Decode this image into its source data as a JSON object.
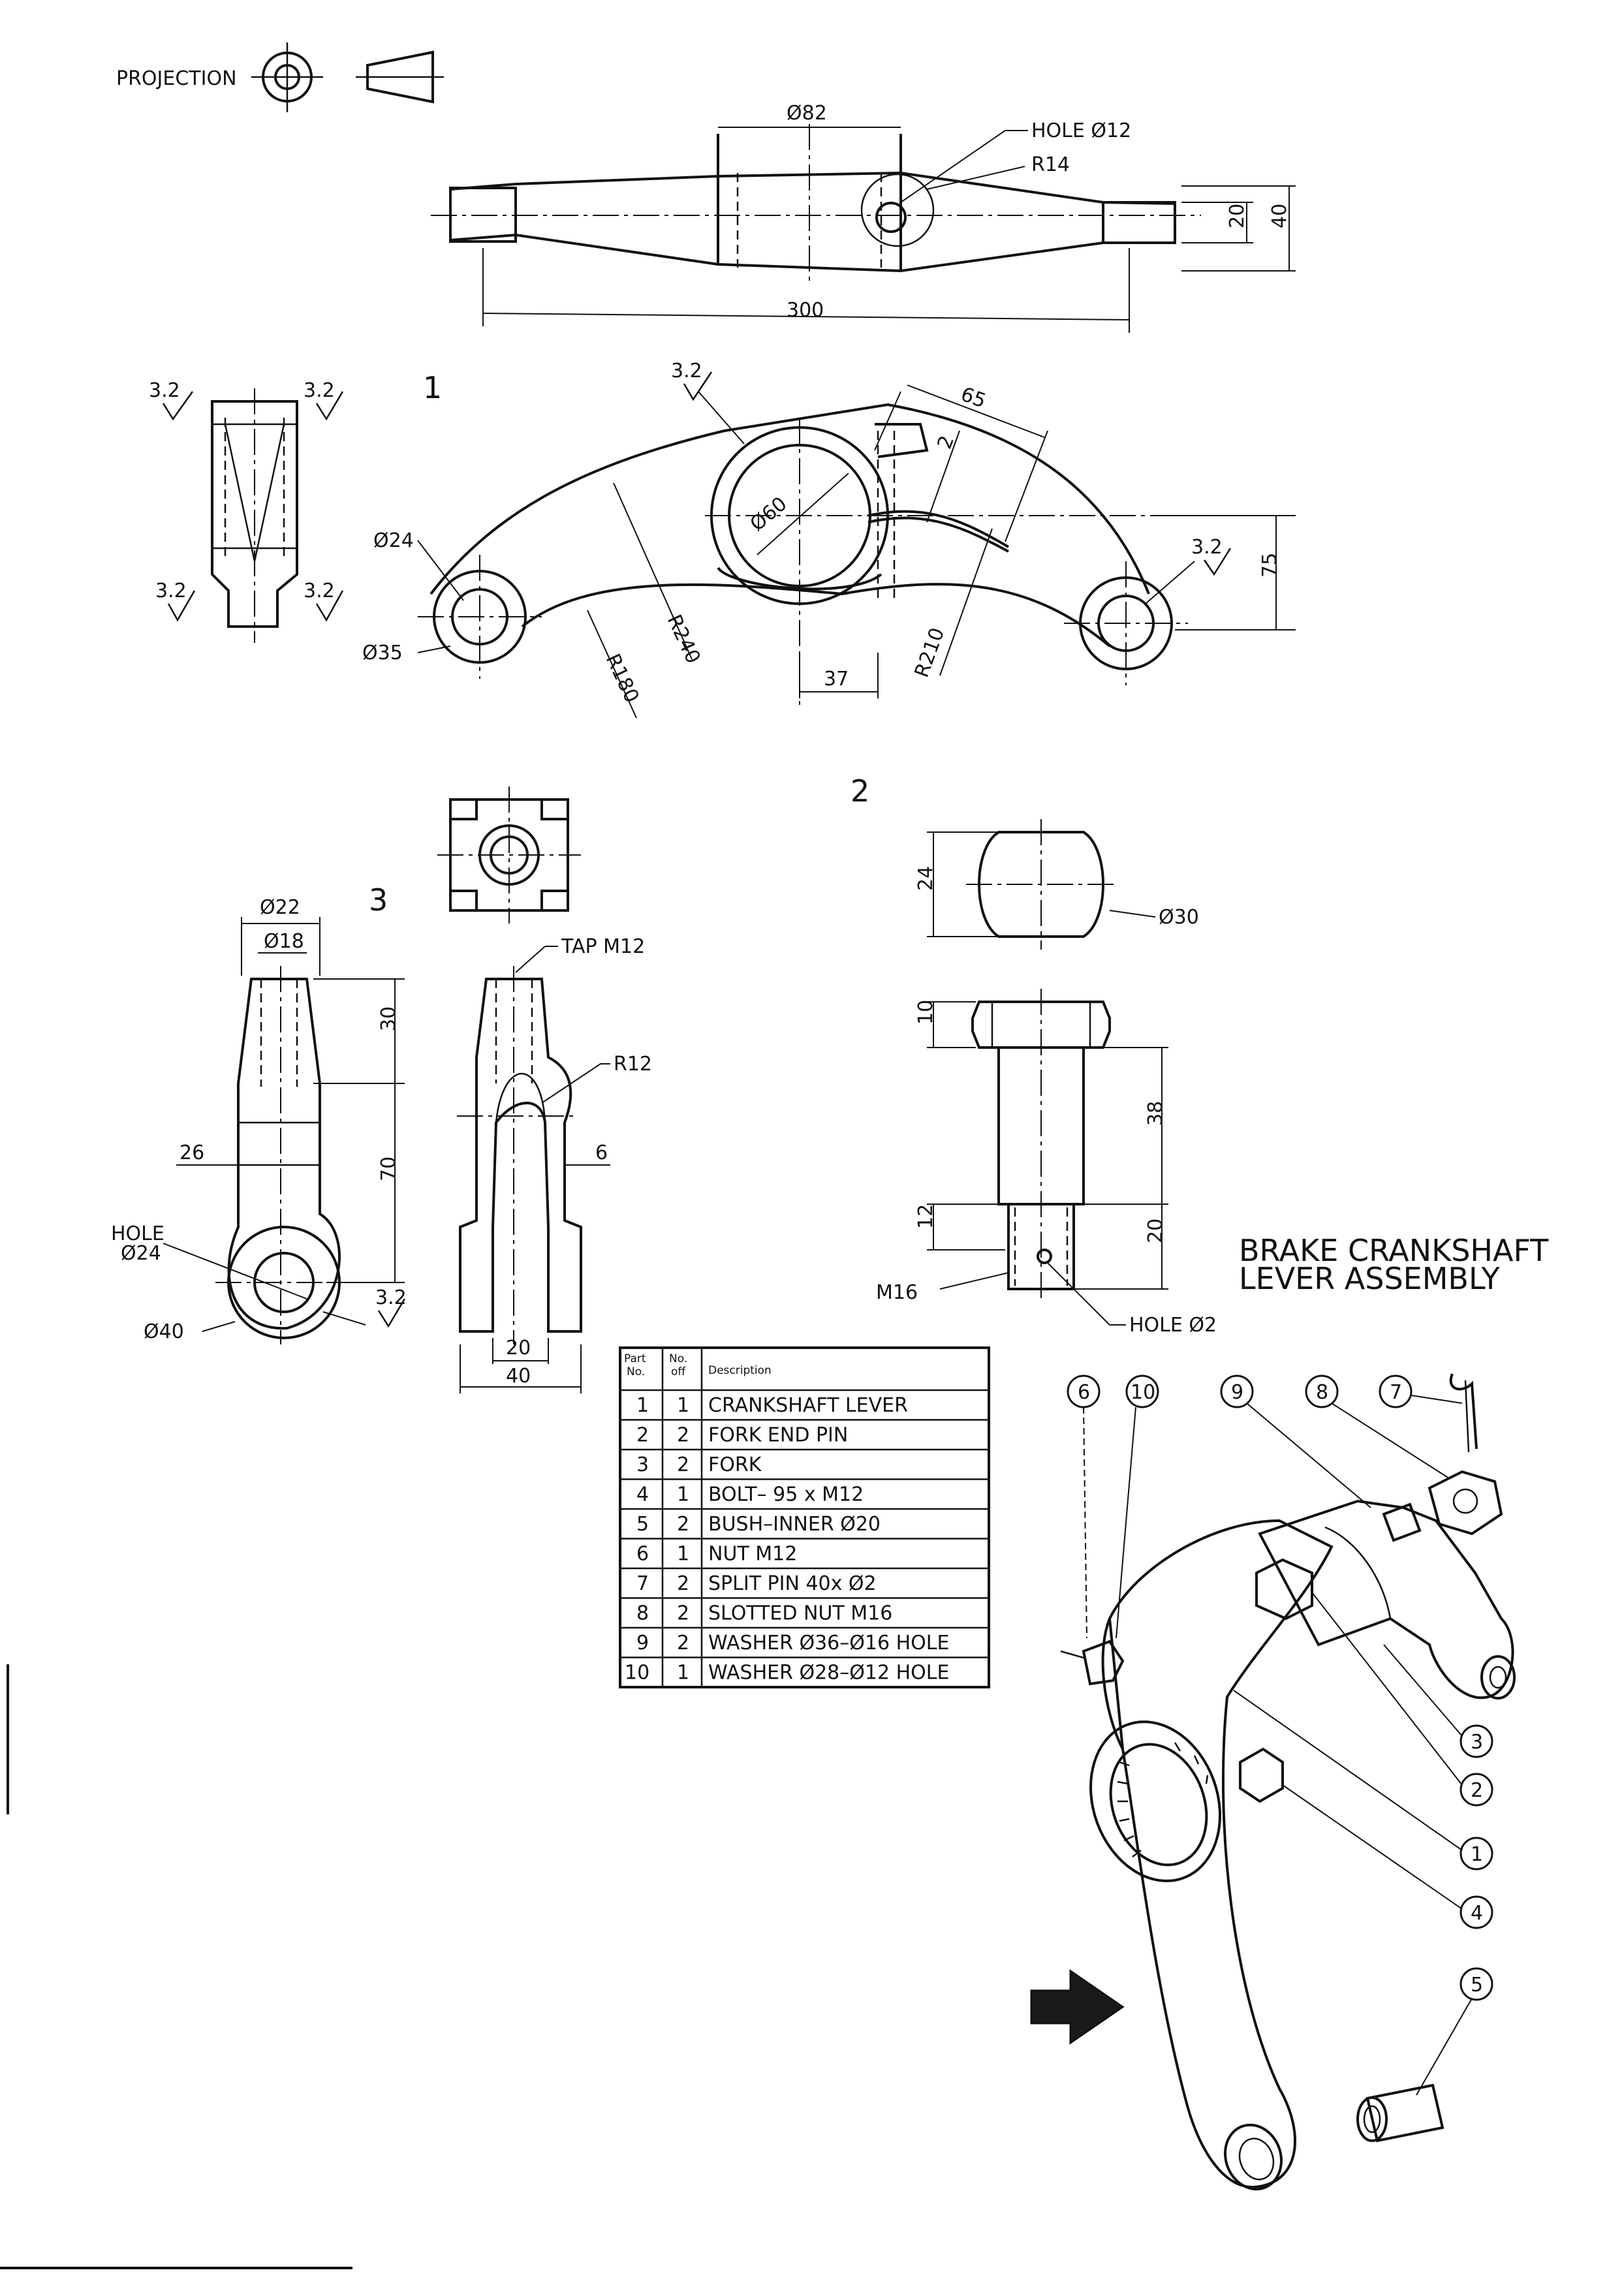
{
  "projection_label": "PROJECTION",
  "title": {
    "line1": "BRAKE  CRANKSHAFT",
    "line2": "LEVER  ASSEMBLY"
  },
  "view_numbers": {
    "v1": "1",
    "v2": "2",
    "v3": "3"
  },
  "dimensions": {
    "d82": "Ø82",
    "hole12": "HOLE Ø12",
    "r14": "R14",
    "d20": "20",
    "d40": "40",
    "d300": "300",
    "rough": "3.2",
    "d65": "65",
    "d2": "2",
    "d60": "Ø60",
    "d24": "Ø24",
    "d35": "Ø35",
    "r240": "R240",
    "r180": "R180",
    "d37": "37",
    "r210": "R210",
    "d75": "75",
    "f22": "Ø22",
    "f18": "Ø18",
    "f30": "30",
    "f70": "70",
    "f26": "26",
    "hole_label": "HOLE",
    "hole24": "Ø24",
    "f40d": "Ø40",
    "tap": "TAP M12",
    "r12": "R12",
    "f6": "6",
    "f20": "20",
    "f40": "40",
    "p24": "24",
    "p30": "Ø30",
    "p10": "10",
    "p38": "38",
    "p12": "12",
    "p20": "20",
    "m16": "M16",
    "hole2": "HOLE Ø2"
  },
  "parts_table": {
    "headers": {
      "part_a": "Part",
      "part_b": "No.",
      "noff_a": "No.",
      "noff_b": "off",
      "desc": "Description"
    },
    "rows": [
      {
        "part": "1",
        "qty": "1",
        "desc": "CRANKSHAFT  LEVER"
      },
      {
        "part": "2",
        "qty": "2",
        "desc": "FORK  END  PIN"
      },
      {
        "part": "3",
        "qty": "2",
        "desc": "FORK"
      },
      {
        "part": "4",
        "qty": "1",
        "desc": "BOLT– 95 x M12"
      },
      {
        "part": "5",
        "qty": "2",
        "desc": "BUSH–INNER  Ø20"
      },
      {
        "part": "6",
        "qty": "1",
        "desc": "NUT  M12"
      },
      {
        "part": "7",
        "qty": "2",
        "desc": "SPLIT  PIN  40x Ø2"
      },
      {
        "part": "8",
        "qty": "2",
        "desc": "SLOTTED  NUT  M16"
      },
      {
        "part": "9",
        "qty": "2",
        "desc": "WASHER  Ø36–Ø16  HOLE"
      },
      {
        "part": "10",
        "qty": "1",
        "desc": "WASHER  Ø28–Ø12  HOLE"
      }
    ]
  },
  "balloons": {
    "b1": "1",
    "b2": "2",
    "b3": "3",
    "b4": "4",
    "b5": "5",
    "b6": "6",
    "b7": "7",
    "b8": "8",
    "b9": "9",
    "b10": "10"
  }
}
